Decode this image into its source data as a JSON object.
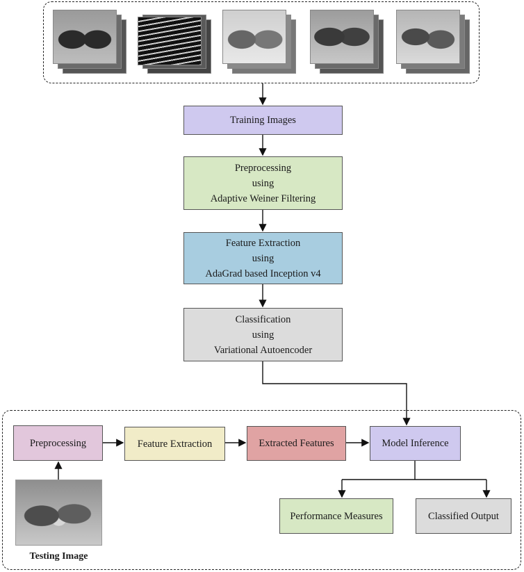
{
  "pipeline": {
    "training_label": "Training Images",
    "preprocess": {
      "line1": "Preprocessing",
      "line2": "using",
      "line3": "Adaptive Weiner Filtering"
    },
    "feature": {
      "line1": "Feature Extraction",
      "line2": "using",
      "line3": "AdaGrad based Inception v4"
    },
    "classify": {
      "line1": "Classification",
      "line2": "using",
      "line3": "Variational Autoencoder"
    }
  },
  "testing": {
    "preprocessing": "Preprocessing",
    "feature_extraction": "Feature Extraction",
    "extracted_features": "Extracted Features",
    "model_inference": "Model Inference",
    "performance_measures": "Performance Measures",
    "classified_output": "Classified Output",
    "testing_image_caption": "Testing Image"
  },
  "colors": {
    "training": "#cfc9ef",
    "preprocess": "#d7e8c4",
    "feature": "#a8cde0",
    "classify": "#dcdcdc",
    "test_preprocessing": "#e2c7dc",
    "test_feature": "#f1ecc8",
    "test_extracted": "#e0a3a3",
    "test_inference": "#cfc9ef",
    "test_performance": "#d7e8c4",
    "test_output": "#dcdcdc"
  }
}
